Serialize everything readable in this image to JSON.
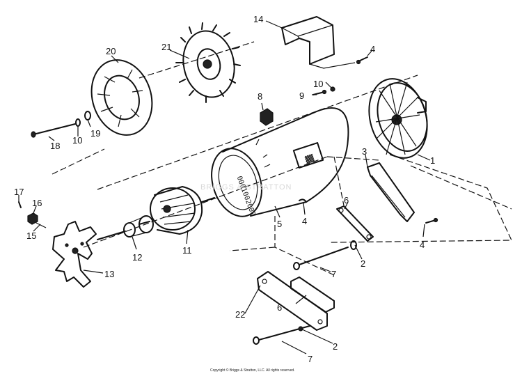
{
  "diagram": {
    "callouts": [
      {
        "id": "c1",
        "label": "1"
      },
      {
        "id": "c2a",
        "label": "2"
      },
      {
        "id": "c2b",
        "label": "2"
      },
      {
        "id": "c3",
        "label": "3"
      },
      {
        "id": "c4a",
        "label": "4"
      },
      {
        "id": "c4b",
        "label": "4"
      },
      {
        "id": "c4c",
        "label": "4"
      },
      {
        "id": "c5",
        "label": "5"
      },
      {
        "id": "c6a",
        "label": "6"
      },
      {
        "id": "c6b",
        "label": "6"
      },
      {
        "id": "c7a",
        "label": "7"
      },
      {
        "id": "c7b",
        "label": "7"
      },
      {
        "id": "c8",
        "label": "8"
      },
      {
        "id": "c9",
        "label": "9"
      },
      {
        "id": "c10a",
        "label": "10"
      },
      {
        "id": "c10b",
        "label": "10"
      },
      {
        "id": "c11",
        "label": "11"
      },
      {
        "id": "c12",
        "label": "12"
      },
      {
        "id": "c13",
        "label": "13"
      },
      {
        "id": "c14",
        "label": "14"
      },
      {
        "id": "c15",
        "label": "15"
      },
      {
        "id": "c16",
        "label": "16"
      },
      {
        "id": "c17",
        "label": "17"
      },
      {
        "id": "c18",
        "label": "18"
      },
      {
        "id": "c19",
        "label": "19"
      },
      {
        "id": "c20",
        "label": "20"
      },
      {
        "id": "c21",
        "label": "21"
      },
      {
        "id": "c22",
        "label": "22"
      }
    ],
    "housing_stamp": "0001002000",
    "nameplate_text": "▓▓",
    "watermark": "BRIGGS & STRATTON",
    "copyright": "Copyright © Briggs & Stratton, LLC. All rights reserved."
  }
}
